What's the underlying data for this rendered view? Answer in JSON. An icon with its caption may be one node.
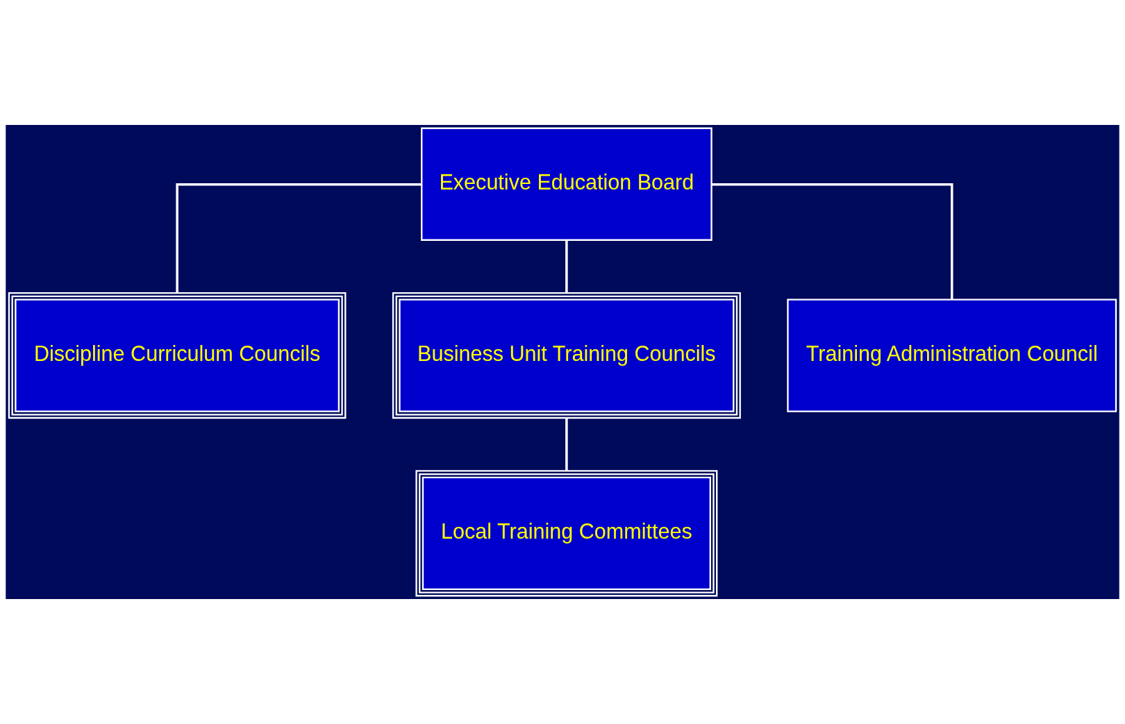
{
  "diagram": {
    "nodes": [
      {
        "text": [
          "Executive Education Board"
        ]
      },
      {
        "text": [
          "Discipline Curriculum Councils"
        ]
      },
      {
        "text": [
          "Business Unit Training Councils"
        ]
      },
      {
        "text": [
          "Training Administration Council"
        ]
      },
      {
        "text": [
          "Local Training Committees"
        ]
      }
    ],
    "edges": [
      {
        "from": 0,
        "to": 1,
        "arrow": "none"
      },
      {
        "from": 0,
        "to": 2,
        "arrow": "none"
      },
      {
        "from": 0,
        "to": 3,
        "arrow": "none"
      },
      {
        "from": 2,
        "to": 4,
        "arrow": "none"
      }
    ]
  }
}
